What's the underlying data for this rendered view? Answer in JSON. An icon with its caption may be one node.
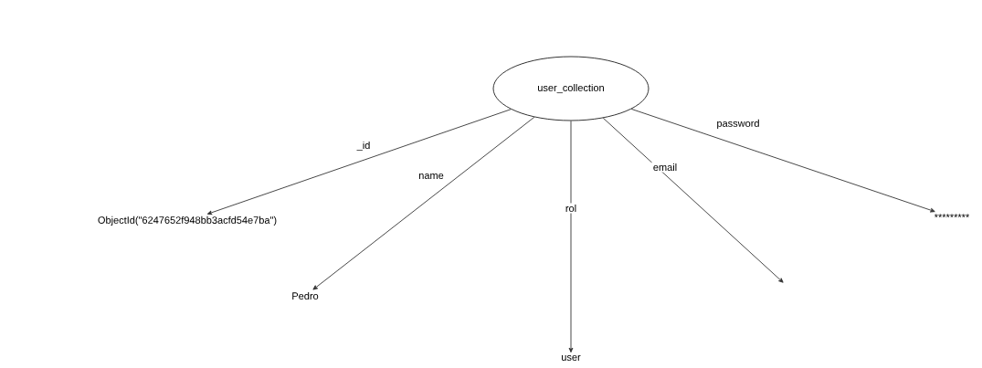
{
  "diagram": {
    "nodes": [
      {
        "text": [
          "user_collection"
        ]
      },
      {
        "text": [
          "ObjectId(\"6247652f948bb3acfd54e7ba\")"
        ]
      },
      {
        "text": [
          "Pedro"
        ]
      },
      {
        "text": [
          "user"
        ]
      },
      {
        "text": [
          "*********"
        ]
      }
    ],
    "edges": [
      {
        "from": 0,
        "to": 1,
        "arrow": "to",
        "label": "_id"
      },
      {
        "from": 0,
        "to": 2,
        "arrow": "to",
        "label": "name"
      },
      {
        "from": 0,
        "to": 3,
        "arrow": "to",
        "label": "rol"
      },
      {
        "from": 0,
        "to": null,
        "arrow": "to",
        "label": "email"
      },
      {
        "from": 0,
        "to": 4,
        "arrow": "to",
        "label": "password"
      }
    ]
  }
}
